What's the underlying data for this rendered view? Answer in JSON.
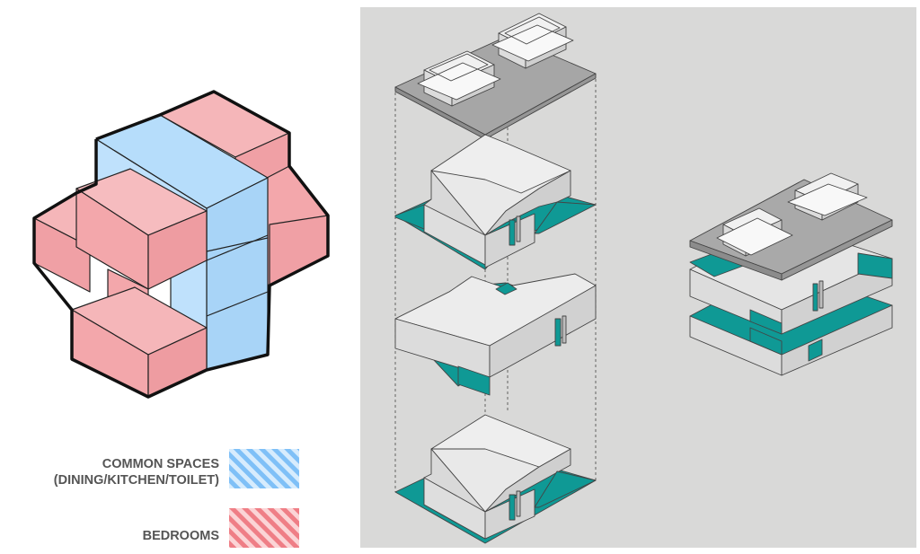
{
  "legend": {
    "common_line1": "COMMON SPACES",
    "common_line2": "(DINING/KITCHEN/TOILET)",
    "bedrooms": "BEDROOMS"
  },
  "colors": {
    "common": "#acd8fa",
    "bedroom": "#f3a4a8",
    "panel_bg": "#d9d9d8",
    "box_face": "#e2e2e2",
    "roof": "#a9a9a9",
    "teal": "#0e9a96"
  }
}
